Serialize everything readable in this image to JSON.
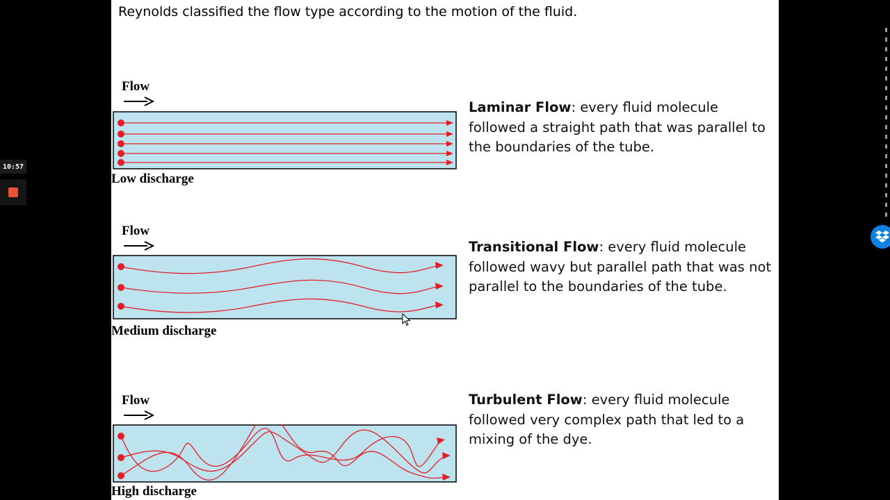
{
  "recorder": {
    "time": "10:57",
    "stop_icon": "stop-icon"
  },
  "slide": {
    "headline": "Reynolds classified the flow type according to the motion of the fluid.",
    "panels": [
      {
        "flow_label": "Flow",
        "discharge": "Low discharge",
        "title": "Laminar Flow",
        "text": ": every fluid molecule followed a straight path that was parallel to the boundaries of the tube."
      },
      {
        "flow_label": "Flow",
        "discharge": "Medium discharge",
        "title": "Transitional Flow",
        "text": ": every fluid molecule followed wavy but parallel path that was not parallel to the boundaries of the tube."
      },
      {
        "flow_label": "Flow",
        "discharge": "High discharge",
        "title": "Turbulent Flow",
        "text": ": every fluid molecule followed very complex path that led to a mixing of the dye."
      }
    ]
  },
  "colors": {
    "tube_fill": "#bde3ee",
    "streak": "#e41e26",
    "dropbox": "#1081de"
  },
  "icons": {
    "dropbox": "dropbox-icon",
    "cursor": "mouse-cursor-icon"
  }
}
